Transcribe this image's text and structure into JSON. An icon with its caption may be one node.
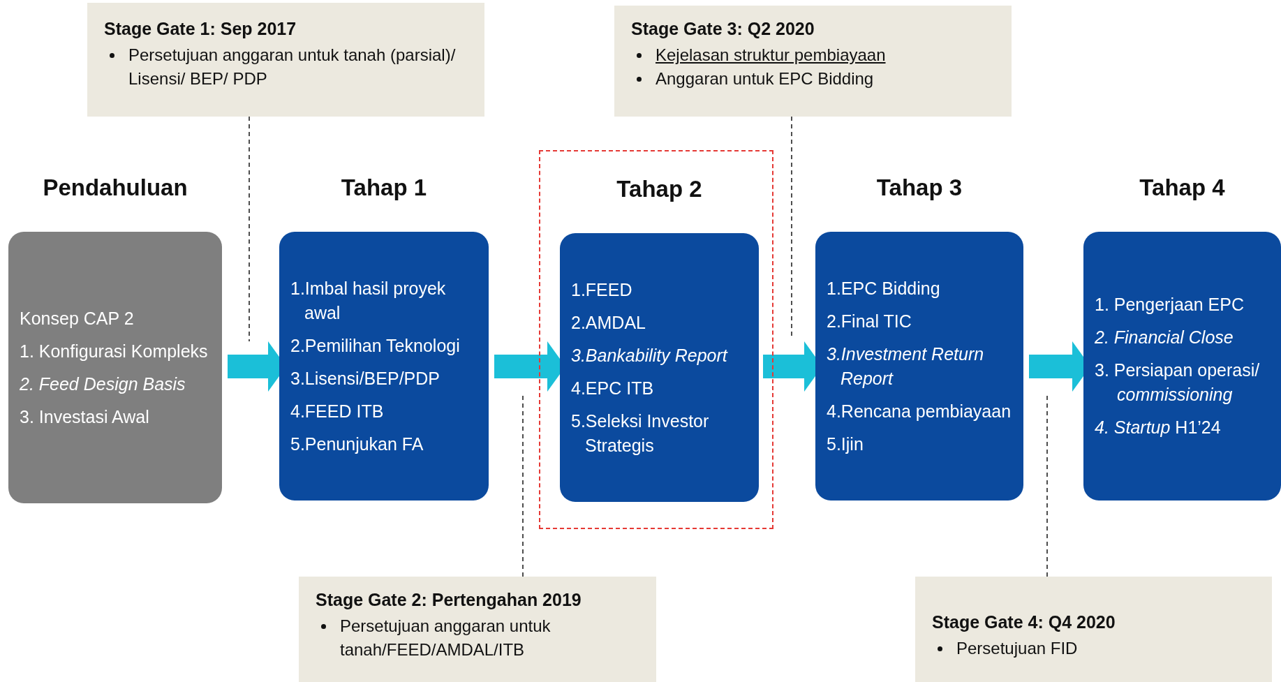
{
  "diagram": {
    "nodes": [
      {
        "text": [
          "Stage Gate 1: Sep 2017",
          "Persetujuan anggaran untuk tanah (parsial)/ Lisensi/ BEP/ PDP"
        ]
      },
      {
        "text": [
          "Stage Gate 3: Q2 2020",
          "Kejelasan struktur pembiayaan",
          "Anggaran untuk EPC Bidding"
        ]
      },
      {
        "text": [
          "Pendahuluan",
          "Konsep CAP 2",
          "1. Konfigurasi Kompleks",
          "2. Feed Design Basis",
          "3. Investasi Awal"
        ]
      },
      {
        "text": [
          "Tahap 1",
          "1.Imbal hasil proyek awal",
          "2.Pemilihan Teknologi",
          "3.Lisensi/BEP/PDP",
          "4.FEED ITB",
          "5.Penunjukan FA"
        ]
      },
      {
        "text": [],
        "shape": "box"
      },
      {
        "text": [
          "Tahap 2",
          "1.FEED",
          "2.AMDAL",
          "3.Bankability Report",
          "4.EPC ITB",
          "5.Seleksi Investor Strategis"
        ],
        "in": 4
      },
      {
        "text": [
          "Tahap 3",
          "1.EPC Bidding",
          "2.Final TIC",
          "3.Investment Return Report",
          "4.Rencana pembiayaan",
          "5.Ijin"
        ]
      },
      {
        "text": [
          "Tahap 4",
          "1. Pengerjaan EPC",
          "2. Financial Close",
          "3. Persiapan operasi/ *commissioning*",
          "*4. Startup* H1’24"
        ]
      },
      {
        "text": [
          "Stage Gate 2: Pertengahan 2019",
          "Persetujuan anggaran untuk tanah/FEED/AMDAL/ITB"
        ]
      },
      {
        "text": [
          "Stage Gate 4: Q4 2020",
          "Persetujuan FID"
        ]
      }
    ],
    "edges": [
      {
        "from": 2,
        "to": 3,
        "arrow": "to",
        "style": "thick",
        "color": "#1bbfd8"
      },
      {
        "from": 3,
        "to": 5,
        "arrow": "to",
        "style": "thick",
        "color": "#1bbfd8"
      },
      {
        "from": 5,
        "to": 6,
        "arrow": "to",
        "style": "thick",
        "color": "#1bbfd8"
      },
      {
        "from": 6,
        "to": 7,
        "arrow": "to",
        "style": "thick",
        "color": "#1bbfd8"
      },
      {
        "from": 0,
        "to": null,
        "arrow": "none",
        "style": "dashed",
        "color": "#222222"
      },
      {
        "from": 8,
        "to": null,
        "arrow": "none",
        "style": "dashed",
        "color": "#222222"
      },
      {
        "from": 1,
        "to": null,
        "arrow": "none",
        "style": "dashed",
        "color": "#222222"
      },
      {
        "from": 9,
        "to": null,
        "arrow": "none",
        "style": "dashed",
        "color": "#222222"
      }
    ]
  }
}
